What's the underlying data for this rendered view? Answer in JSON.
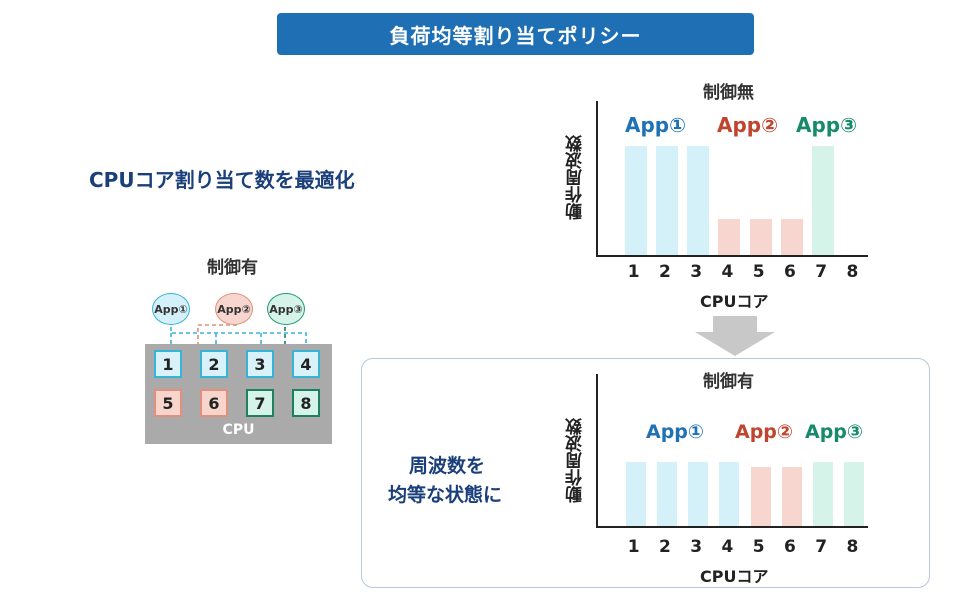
{
  "title": "負荷均等割り当てポリシー",
  "left": {
    "heading": "CPUコア割り当て数を最適化",
    "control_label": "制御有",
    "cpu_label": "CPU",
    "apps": [
      {
        "label": "App①",
        "color": "blue"
      },
      {
        "label": "App②",
        "color": "red"
      },
      {
        "label": "App③",
        "color": "green"
      }
    ],
    "cores": [
      {
        "label": "1",
        "color": "blue"
      },
      {
        "label": "2",
        "color": "blue"
      },
      {
        "label": "3",
        "color": "blue"
      },
      {
        "label": "4",
        "color": "blue"
      },
      {
        "label": "5",
        "color": "red"
      },
      {
        "label": "6",
        "color": "red"
      },
      {
        "label": "7",
        "color": "green"
      },
      {
        "label": "8",
        "color": "green"
      }
    ]
  },
  "right_note": {
    "line1": "周波数を",
    "line2": "均等な状態に"
  },
  "colors": {
    "title_bg": "#1f6fb5",
    "app1": "#1f72b4",
    "app2": "#c0452e",
    "app3": "#168a6a",
    "bar_blue": "#d4f0f8",
    "bar_red": "#f6d6cf",
    "bar_green": "#d6f3ea"
  },
  "chart_data": [
    {
      "type": "bar",
      "title": "制御無",
      "xlabel": "CPUコア",
      "ylabel": "動作周波数",
      "categories": [
        "1",
        "2",
        "3",
        "4",
        "5",
        "6",
        "7",
        "8"
      ],
      "values": [
        1.0,
        1.0,
        1.0,
        0.33,
        0.33,
        0.33,
        1.0,
        0
      ],
      "bar_colors": [
        "blue",
        "blue",
        "blue",
        "red",
        "red",
        "red",
        "green",
        "none"
      ],
      "ylim": [
        0,
        1.0
      ],
      "annotations": [
        {
          "text": "App①",
          "color": "blue"
        },
        {
          "text": "App②",
          "color": "red"
        },
        {
          "text": "App③",
          "color": "green"
        }
      ]
    },
    {
      "type": "bar",
      "title": "制御有",
      "xlabel": "CPUコア",
      "ylabel": "動作周波数",
      "categories": [
        "1",
        "2",
        "3",
        "4",
        "5",
        "6",
        "7",
        "8"
      ],
      "values": [
        0.83,
        0.83,
        0.83,
        0.83,
        0.76,
        0.76,
        0.83,
        0.83
      ],
      "bar_colors": [
        "blue",
        "blue",
        "blue",
        "blue",
        "red",
        "red",
        "green",
        "green"
      ],
      "ylim": [
        0,
        1.0
      ],
      "annotations": [
        {
          "text": "App①",
          "color": "blue"
        },
        {
          "text": "App②",
          "color": "red"
        },
        {
          "text": "App③",
          "color": "green"
        }
      ]
    }
  ]
}
